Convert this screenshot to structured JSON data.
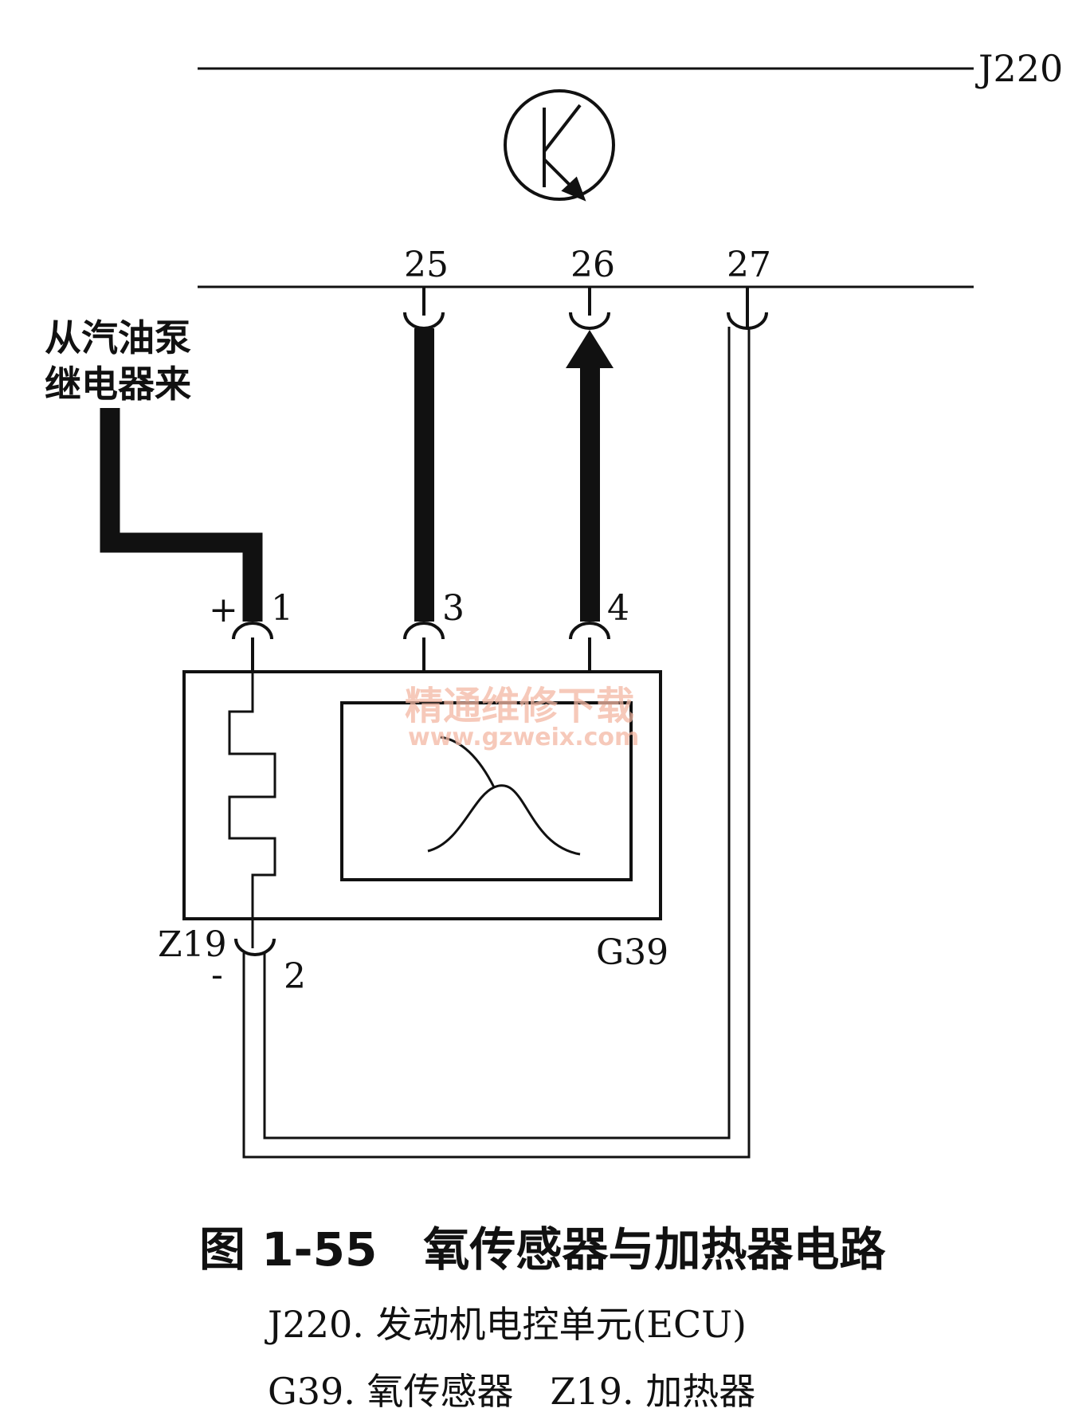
{
  "ecu": {
    "label": "J220"
  },
  "pins": {
    "ecu": [
      "25",
      "26",
      "27"
    ],
    "sensor": [
      "1",
      "2",
      "3",
      "4"
    ],
    "plus": "+",
    "minus": "-"
  },
  "source": {
    "line1": "从汽油泵",
    "line2": "继电器来"
  },
  "components": {
    "heater": "Z19",
    "sensor": "G39"
  },
  "watermark": {
    "cn": "精通维修下载",
    "url": "www.gzweix.com"
  },
  "caption": {
    "title": "图 1-55　氧传感器与加热器电路",
    "line1": "J220. 发动机电控单元(ECU)",
    "line2": "G39. 氧传感器　Z19. 加热器"
  },
  "colors": {
    "ink": "#111111",
    "watermark": "#f3b7a3"
  }
}
